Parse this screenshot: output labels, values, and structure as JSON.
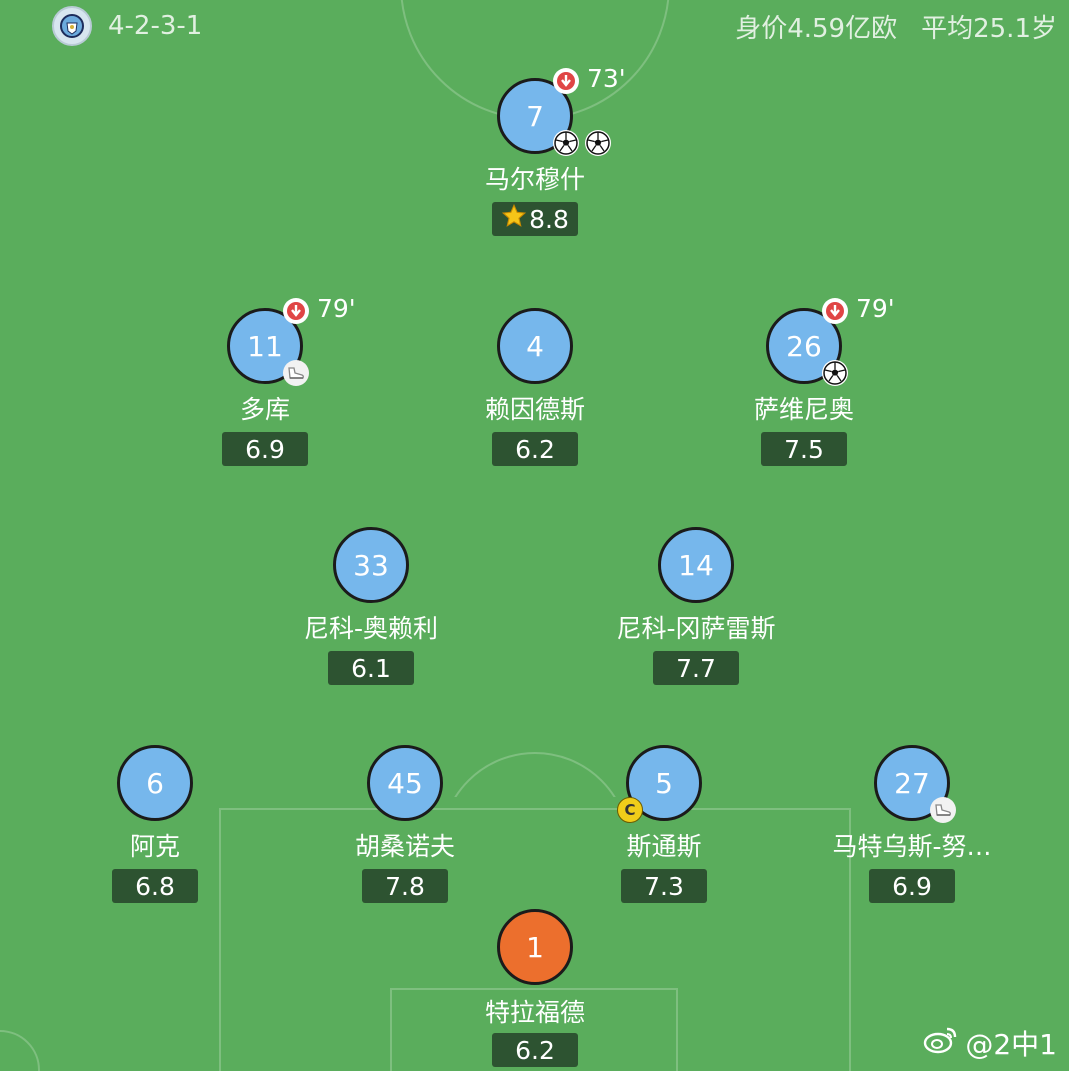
{
  "header": {
    "crest_icon": "team-crest-icon",
    "formation": "4-2-3-1",
    "value": "身价4.59亿欧",
    "avg_age": "平均25.1岁"
  },
  "colors": {
    "pitch": "#5aad5c",
    "player_circle": "#76b7ec",
    "goalkeeper_circle": "#ec6f2d",
    "rating_bg": "#2d5331",
    "sub_out_arrow": "#e04545",
    "captain_badge": "#f0cd1a"
  },
  "players": {
    "p7": {
      "number": "7",
      "name": "马尔穆什",
      "rating": "8.8",
      "motm": true,
      "sub_out": "73'",
      "goals": 2
    },
    "p11": {
      "number": "11",
      "name": "多库",
      "rating": "6.9",
      "sub_out": "79'",
      "assist": true
    },
    "p4": {
      "number": "4",
      "name": "赖因德斯",
      "rating": "6.2"
    },
    "p26": {
      "number": "26",
      "name": "萨维尼奥",
      "rating": "7.5",
      "sub_out": "79'",
      "goals": 1
    },
    "p33": {
      "number": "33",
      "name": "尼科-奥赖利",
      "rating": "6.1"
    },
    "p14": {
      "number": "14",
      "name": "尼科-冈萨雷斯",
      "rating": "7.7"
    },
    "p6": {
      "number": "6",
      "name": "阿克",
      "rating": "6.8"
    },
    "p45": {
      "number": "45",
      "name": "胡桑诺夫",
      "rating": "7.8"
    },
    "p5": {
      "number": "5",
      "name": "斯通斯",
      "rating": "7.3",
      "captain": "C"
    },
    "p27": {
      "number": "27",
      "name": "马特乌斯-努…",
      "rating": "6.9",
      "assist": true
    },
    "p1": {
      "number": "1",
      "name": "特拉福德",
      "rating": "6.2",
      "goalkeeper": true
    }
  },
  "icons": {
    "sub_out": "substitution-out-icon",
    "goal": "football-icon",
    "assist": "boot-icon",
    "motm": "star-icon",
    "watermark": "weibo-icon"
  },
  "watermark": "@2中1"
}
